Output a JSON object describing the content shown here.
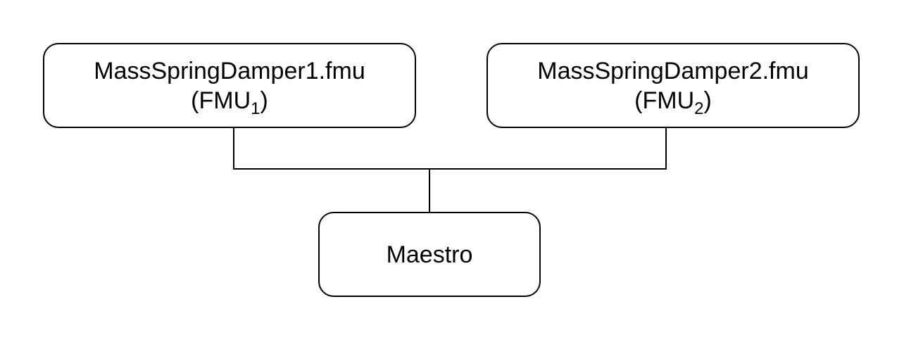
{
  "nodes": {
    "fmu1": {
      "title": "MassSpringDamper1.fmu",
      "alias_open": "(FMU",
      "alias_sub": "1",
      "alias_close": ")"
    },
    "fmu2": {
      "title": "MassSpringDamper2.fmu",
      "alias_open": "(FMU",
      "alias_sub": "2",
      "alias_close": ")"
    },
    "maestro": {
      "title": "Maestro"
    }
  },
  "connector_color": "#000000"
}
